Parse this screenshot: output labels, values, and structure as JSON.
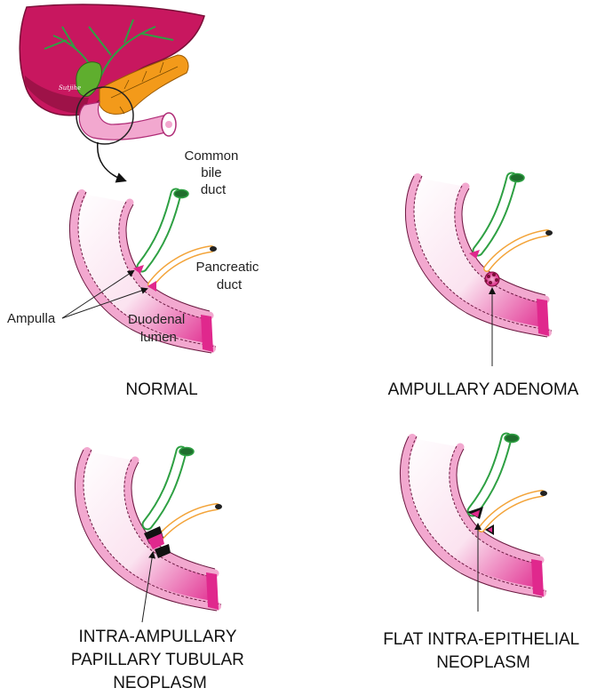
{
  "labels": {
    "common_bile_duct": [
      "Common",
      "bile",
      "duct"
    ],
    "pancreatic_duct": [
      "Pancreatic",
      "duct"
    ],
    "ampulla": "Ampulla",
    "duodenal_lumen": [
      "Duodenal",
      "lumen"
    ]
  },
  "captions": {
    "normal": "NORMAL",
    "ampullary_adenoma": "AMPULLARY ADENOMA",
    "intra_ampullary": [
      "INTRA-AMPULLARY",
      "PAPILLARY TUBULAR",
      "NEOPLASM"
    ],
    "flat_intra_epithelial": [
      "FLAT INTRA-EPITHELIAL",
      "NEOPLASM"
    ]
  },
  "artist_signature": "Sutjihe",
  "colors": {
    "liver": "#c8175f",
    "liver_dark": "#9e1248",
    "gallbladder": "#5fae2e",
    "pancreas": "#f39a1a",
    "duodenum_wall": "#f2a8cf",
    "duodenum_gradient_end": "#e0288d",
    "bile_duct": "#2ea043",
    "pancreatic_duct": "#f3a43a",
    "ampulla": "#e0288d",
    "text": "#111111"
  }
}
